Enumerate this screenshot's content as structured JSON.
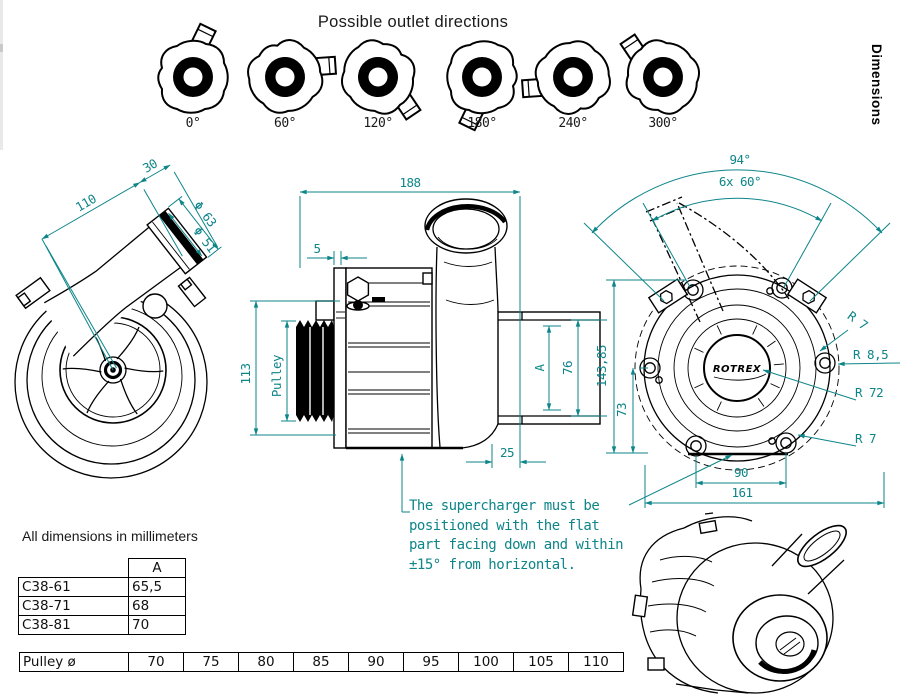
{
  "title": "Possible outlet directions",
  "side_label": "Dimensions",
  "outlets": {
    "labels": [
      "0°",
      "60°",
      "120°",
      "180°",
      "240°",
      "300°"
    ]
  },
  "colors": {
    "dimension": "#0d8589",
    "line": "#000000"
  },
  "left_view": {
    "d110": "110",
    "d30": "30",
    "d63": "Φ 63",
    "d51": "Φ 51"
  },
  "side_view": {
    "d188": "188",
    "d5": "5",
    "d113": "113",
    "pulley": "Pulley",
    "dA": "A",
    "d76": "76",
    "d25": "25"
  },
  "front_view": {
    "a94": "94°",
    "a60": "6x 60°",
    "d14385": "143,85",
    "d73": "73",
    "d90": "90",
    "d161": "161",
    "r7_top": "R 7",
    "r85": "R 8,5",
    "r72": "R 72",
    "r7_bottom": "R 7",
    "logo": "ROTREX"
  },
  "note": {
    "line1": "The supercharger must be",
    "line2": "positioned with the flat",
    "line3": "part facing down and within",
    "line4": "±15° from horizontal."
  },
  "footer": {
    "units_note": "All dimensions in millimeters"
  },
  "model_table": {
    "col_a_header": "A",
    "rows": [
      {
        "model": "C38-61",
        "a": "65,5"
      },
      {
        "model": "C38-71",
        "a": "68"
      },
      {
        "model": "C38-81",
        "a": "70"
      }
    ]
  },
  "pulley_table": {
    "label": "Pulley ø",
    "values": [
      "70",
      "75",
      "80",
      "85",
      "90",
      "95",
      "100",
      "105",
      "110"
    ]
  }
}
